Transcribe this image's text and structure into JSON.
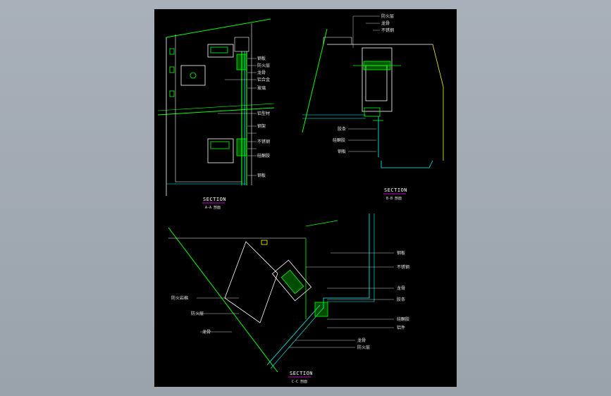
{
  "drawing": {
    "background": "#000000",
    "colors": {
      "structure": "#00ff00",
      "glass": "#00ffff",
      "members": "#ffffff",
      "beam": "#ffff00",
      "caption_underline": "#ff00ff"
    },
    "details": [
      {
        "id": "detail-a",
        "caption": "SECTION",
        "subcaption": "A-A 剖面",
        "labels": [
          "钢板",
          "防火层",
          "龙骨",
          "铝合金",
          "玻璃",
          "铝型材",
          "钢架",
          "不锈钢",
          "硅酮胶",
          "钢板"
        ]
      },
      {
        "id": "detail-b",
        "caption": "SECTION",
        "subcaption": "B-B 剖面",
        "labels": [
          "防火层",
          "龙骨",
          "不锈钢",
          "胶条",
          "硅酮胶",
          "钢板"
        ]
      },
      {
        "id": "detail-c",
        "caption": "SECTION",
        "subcaption": "C-C 剖面",
        "labels": [
          "防火岩棉",
          "防火层",
          "龙骨",
          "钢板",
          "不锈钢",
          "龙骨",
          "胶条",
          "硅酮胶",
          "铝件",
          "龙骨",
          "防火层"
        ]
      }
    ]
  }
}
